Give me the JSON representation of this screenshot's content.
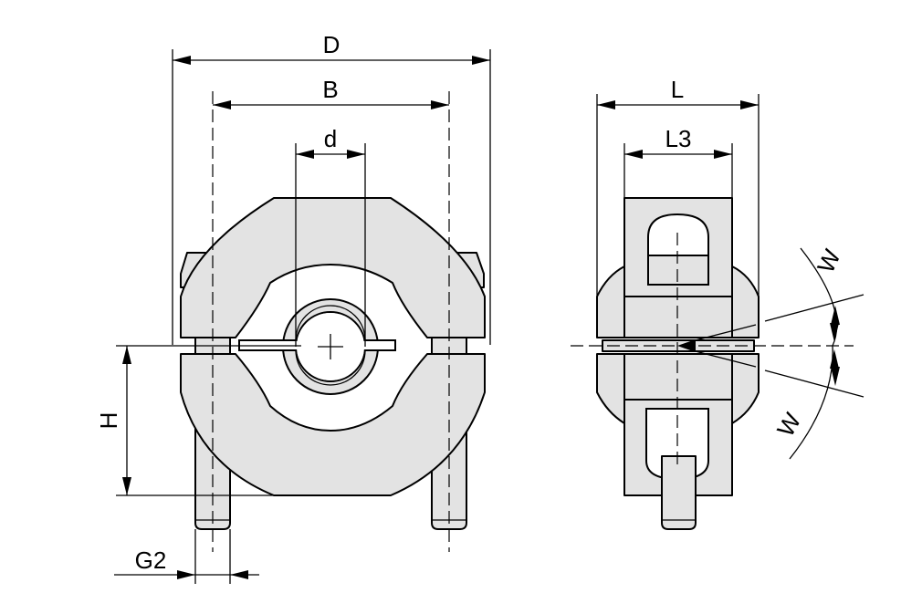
{
  "labels": {
    "D": "D",
    "B": "B",
    "d": "d",
    "L": "L",
    "L3": "L3",
    "H": "H",
    "G2": "G2",
    "W_top": "W",
    "W_bottom": "W"
  },
  "colors": {
    "part_fill": "#e3e3e3",
    "line": "#000000",
    "background": "#ffffff"
  }
}
